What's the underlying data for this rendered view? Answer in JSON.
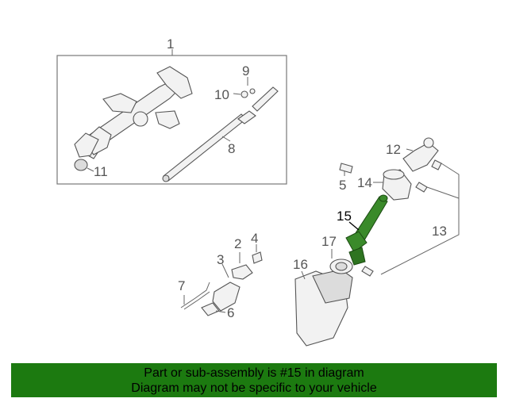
{
  "callouts": {
    "c1": "1",
    "c2": "2",
    "c3": "3",
    "c4": "4",
    "c5": "5",
    "c6": "6",
    "c7": "7",
    "c8": "8",
    "c9": "9",
    "c10": "10",
    "c11": "11",
    "c12": "12",
    "c13": "13",
    "c14": "14",
    "c15": "15",
    "c16": "16",
    "c17": "17"
  },
  "highlight": {
    "part": "15",
    "color": "#3a8a2a"
  },
  "banner": {
    "line1": "Part or sub-assembly is #15 in diagram",
    "line2": "Diagram may not be specific to your vehicle",
    "color": "#1c7a10"
  }
}
